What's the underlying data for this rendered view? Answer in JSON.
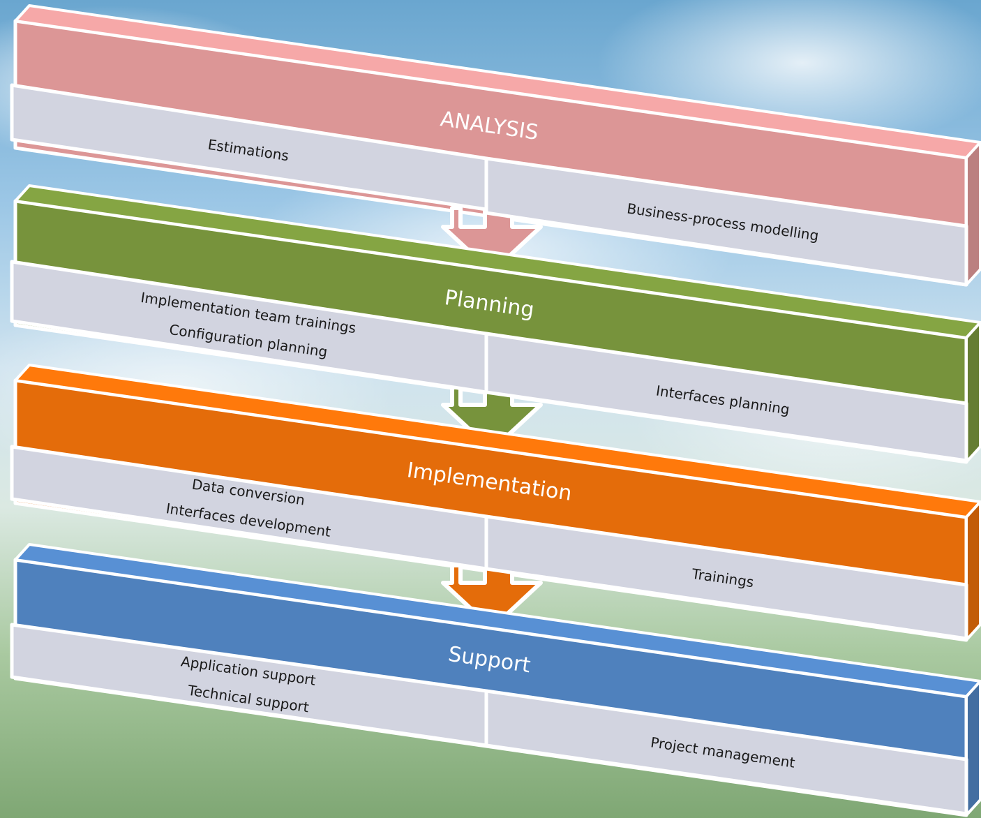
{
  "stages": [
    {
      "title": "ANALYSIS",
      "color": "#dc9696",
      "left_tasks": [
        "Estimations"
      ],
      "right_tasks": [
        "Business-process  modelling"
      ]
    },
    {
      "title": "Planning",
      "color": "#77933c",
      "left_tasks": [
        "Implementation team trainings",
        "Configuration planning"
      ],
      "right_tasks": [
        "Interfaces planning"
      ]
    },
    {
      "title": "Implementation",
      "color": "#e46c0a",
      "left_tasks": [
        "Data conversion",
        "Interfaces development"
      ],
      "right_tasks": [
        "Trainings"
      ]
    },
    {
      "title": "Support",
      "color": "#4f81bd",
      "left_tasks": [
        "Application support",
        "Technical support"
      ],
      "right_tasks": [
        "Project management"
      ]
    }
  ],
  "panel_color": "#d2d4e0"
}
